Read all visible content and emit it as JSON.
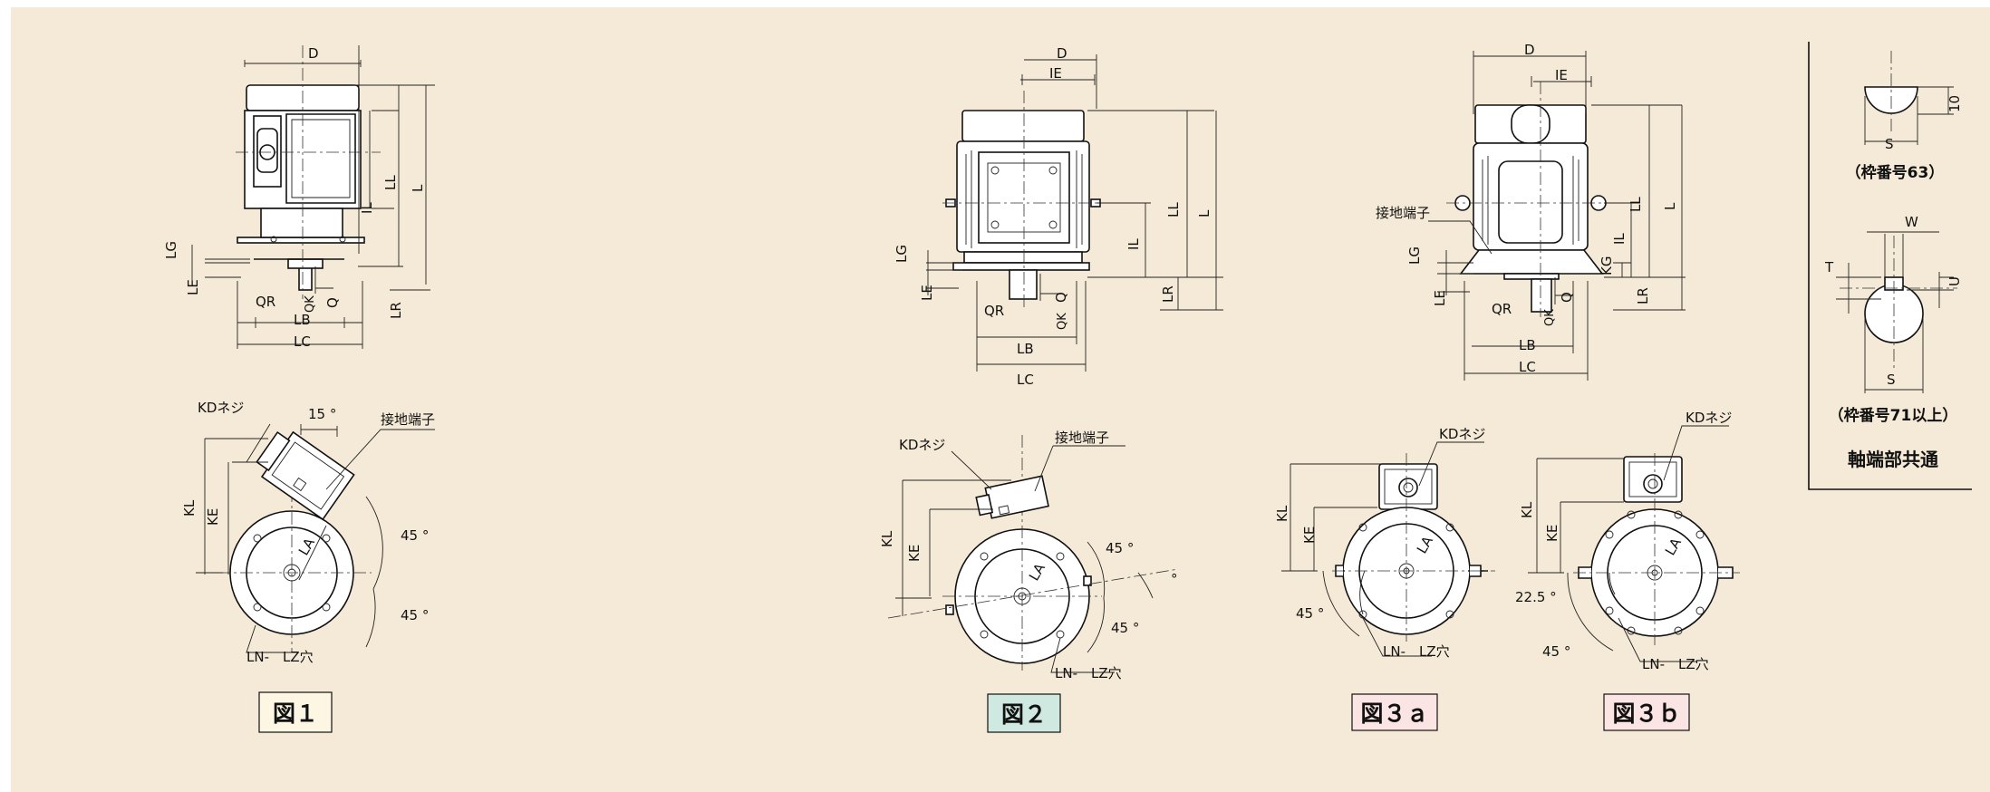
{
  "colors": {
    "background": "#f5ead7",
    "fig1_box": "#fdf6e3",
    "fig2_box": "#cfe8e0",
    "fig3a_box": "#fbe4e4",
    "fig3b_box": "#fbe4e4",
    "line": "#111111"
  },
  "fig1": {
    "title": "図１",
    "dims": {
      "D": "D",
      "LL": "LL",
      "L": "L",
      "IL": "IL",
      "LG": "LG",
      "LE": "LE",
      "QR": "QR",
      "QK": "QK",
      "Q": "Q",
      "LR": "LR",
      "LB": "LB",
      "LC": "LC",
      "KL": "KL",
      "KE": "KE",
      "LA": "LA"
    },
    "kd": "KDネジ",
    "ground": "接地端子",
    "hole": "LN-　LZ穴",
    "angle15": "15 °",
    "angle45a": "45 °",
    "angle45b": "45 °"
  },
  "fig2": {
    "title": "図２",
    "dims": {
      "D": "D",
      "IE": "IE",
      "LL": "LL",
      "L": "L",
      "IL": "IL",
      "LG": "LG",
      "LE": "LE",
      "QR": "QR",
      "QK": "QK",
      "Q": "Q",
      "LR": "LR",
      "LB": "LB",
      "LC": "LC",
      "KL": "KL",
      "KE": "KE",
      "LA": "LA"
    },
    "kd": "KDネジ",
    "ground": "接地端子",
    "hole": "LN-　LZ穴",
    "angle45a": "45 °",
    "angle45b": "45 °",
    "angle_small": "°"
  },
  "fig3a": {
    "title": "図３ａ",
    "dims": {
      "KL": "KL",
      "KE": "KE",
      "LA": "LA"
    },
    "kd": "KDネジ",
    "hole": "LN-　LZ穴",
    "angle45": "45 °"
  },
  "fig3b": {
    "title": "図３ｂ",
    "dims": {
      "KL": "KL",
      "KE": "KE",
      "LA": "LA"
    },
    "kd": "KDネジ",
    "hole": "LN-　LZ穴",
    "angle225": "22.5 °",
    "angle45": "45 °"
  },
  "fig3side": {
    "dims": {
      "D": "D",
      "IE": "IE",
      "LL": "LL",
      "L": "L",
      "IL": "IL",
      "KG": "KG",
      "LG": "LG",
      "LE": "LE",
      "QR": "QR",
      "QK": "QK",
      "Q": "Q",
      "LR": "LR",
      "LB": "LB",
      "LC": "LC"
    },
    "ground": "接地端子"
  },
  "shaft": {
    "dims": {
      "S1": "S",
      "ten": "10",
      "W": "W",
      "T": "T",
      "U": "U",
      "S2": "S"
    },
    "cap63": "（枠番号63）",
    "cap71": "（枠番号71以上）",
    "common": "軸端部共通"
  }
}
